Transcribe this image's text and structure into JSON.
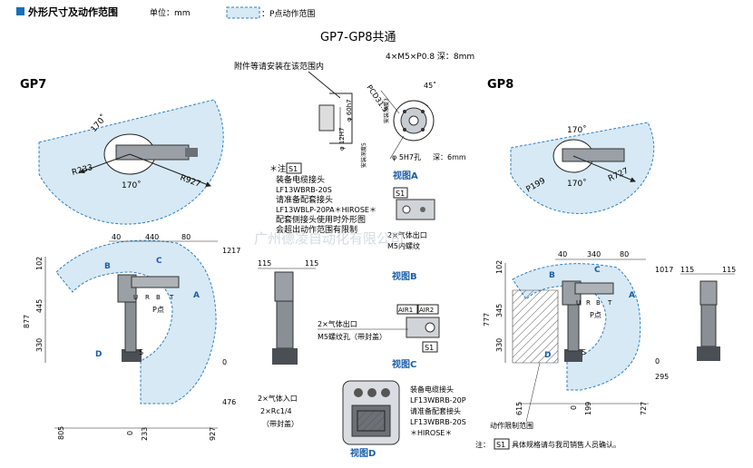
{
  "header": {
    "title": "外形尺寸及动作范围",
    "unit": "单位：mm",
    "legend": "：P点动作范围",
    "subtitle": "GP7-GP8共通"
  },
  "models": {
    "gp7": "GP7",
    "gp8": "GP8"
  },
  "gp7_top": {
    "angle_upper": "170˚",
    "angle_lower": "170˚",
    "r_inner": "R233",
    "r_outer": "R927"
  },
  "gp8_top": {
    "angle_upper": "170˚",
    "angle_lower": "170˚",
    "r_inner": "P199",
    "r_outer": "R727"
  },
  "gp7_side": {
    "dim_40": "40",
    "dim_440": "440",
    "dim_80": "80",
    "dim_1217": "1217",
    "dim_102": "102",
    "dim_445": "445",
    "dim_877": "877",
    "dim_330": "330",
    "dim_0_right": "0",
    "dim_476": "476",
    "dim_805": "805",
    "dim_0_bottom": "0",
    "dim_233": "233",
    "dim_927": "927",
    "label_b": "B",
    "label_c": "C",
    "label_a": "A",
    "label_d": "D",
    "label_u": "U",
    "label_r": "R",
    "label_b2": "B",
    "label_t": "T",
    "label_s": "S",
    "label_p": "P点"
  },
  "gp7_front": {
    "dim_115a": "115",
    "dim_115b": "115"
  },
  "gp8_side": {
    "dim_40": "40",
    "dim_340": "340",
    "dim_80": "80",
    "dim_1017": "1017",
    "dim_102": "102",
    "dim_345": "345",
    "dim_777": "777",
    "dim_330": "330",
    "dim_0_right": "0",
    "dim_295": "295",
    "dim_615": "615",
    "dim_0_bottom": "0",
    "dim_199": "199",
    "dim_727": "727",
    "label_b": "B",
    "label_c": "C",
    "label_a": "A",
    "label_d": "D",
    "label_u": "U",
    "label_r": "R",
    "label_b2": "B",
    "label_t": "T",
    "label_s": "S",
    "label_p": "P点",
    "limit_note": "动作限制范围"
  },
  "gp8_front": {
    "dim_115a": "115",
    "dim_115b": "115"
  },
  "view_a": {
    "note_mount": "附件等请安装在该范围内",
    "note_holes": "4×M5×P0.8 深：8mm",
    "pcd": "PCD31.5",
    "angle": "45˚",
    "dia_12": "φ 12H7",
    "dia_60": "φ 60h7",
    "depth_5": "安装深度5",
    "depth_3": "安装深度3",
    "hole_5": "φ 5H7孔",
    "hole_depth": "深：6mm",
    "title": "视图A"
  },
  "view_b": {
    "note_star": "＊注",
    "s1": "S1",
    "line1": "装备电缆接头",
    "line2": "LF13WBRB-20S",
    "line3": "请准备配套接头",
    "line4": "LF13WBLP-20PA＊HIROSE＊",
    "line5": "配套侧接头使用时外形图",
    "line6": "会超出动作范围有限制",
    "air1": "2×气体出口",
    "air2": "M5内螺纹",
    "title": "视图B"
  },
  "view_c": {
    "air_label1": "AIR1",
    "air_label2": "AIR2",
    "line1": "2×气体出口",
    "line2": "M5螺纹孔（带封盖）",
    "s1": "S1",
    "title": "视图C"
  },
  "view_d": {
    "left1": "2×气体入口",
    "left2": "2×Rc1/4",
    "left3": "（带封盖）",
    "right1": "装备电缆接头",
    "right2": "LF13WBRB-20P",
    "right3": "请准备配套接头",
    "right4": "LF13WBRB-20S",
    "right5": "＊HIROSE＊",
    "title": "视图D"
  },
  "footer": {
    "note_prefix": "注：",
    "s1": "S1",
    "note": "具体规格请与我司销售人员确认。"
  },
  "watermark": "广州德凌自动化有限公司",
  "colors": {
    "range": "#d7e9f4",
    "accent": "#2e7fc0",
    "metal": "#8a8f95"
  }
}
